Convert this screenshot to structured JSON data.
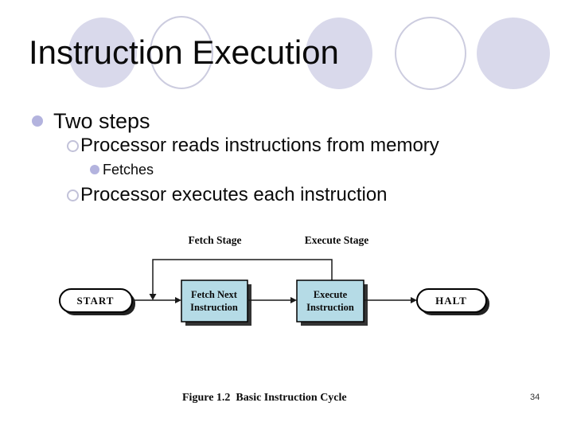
{
  "slide": {
    "title": "Instruction Execution",
    "page_number": "34"
  },
  "bullets": [
    {
      "level": 1,
      "marker": "filled-circle",
      "text": "Two steps"
    },
    {
      "level": 2,
      "marker": "hollow-circle",
      "text": "Processor reads instructions from memory"
    },
    {
      "level": 3,
      "marker": "filled-circle",
      "text": "Fetches"
    },
    {
      "level": 2,
      "marker": "hollow-circle",
      "text": "Processor executes each instruction"
    }
  ],
  "figure": {
    "stage_labels": {
      "fetch": "Fetch Stage",
      "execute": "Execute Stage"
    },
    "nodes": {
      "start_label": "START",
      "fetch_box_line1": "Fetch Next",
      "fetch_box_line2": "Instruction",
      "execute_box_line1": "Execute",
      "execute_box_line2": "Instruction",
      "halt_label": "HALT"
    },
    "caption": "Figure 1.2  Basic Instruction Cycle"
  },
  "colors": {
    "decor_ellipse_fill": "#d9d9eb",
    "decor_ellipse_stroke": "#ccccdf",
    "bullet_fill": "#b3b3de",
    "bullet_hollow_stroke": "#c2c2d9",
    "flow_box_fill": "#b5dbe6",
    "flow_shadow": "#333333",
    "flow_line": "#1a1a1a"
  }
}
